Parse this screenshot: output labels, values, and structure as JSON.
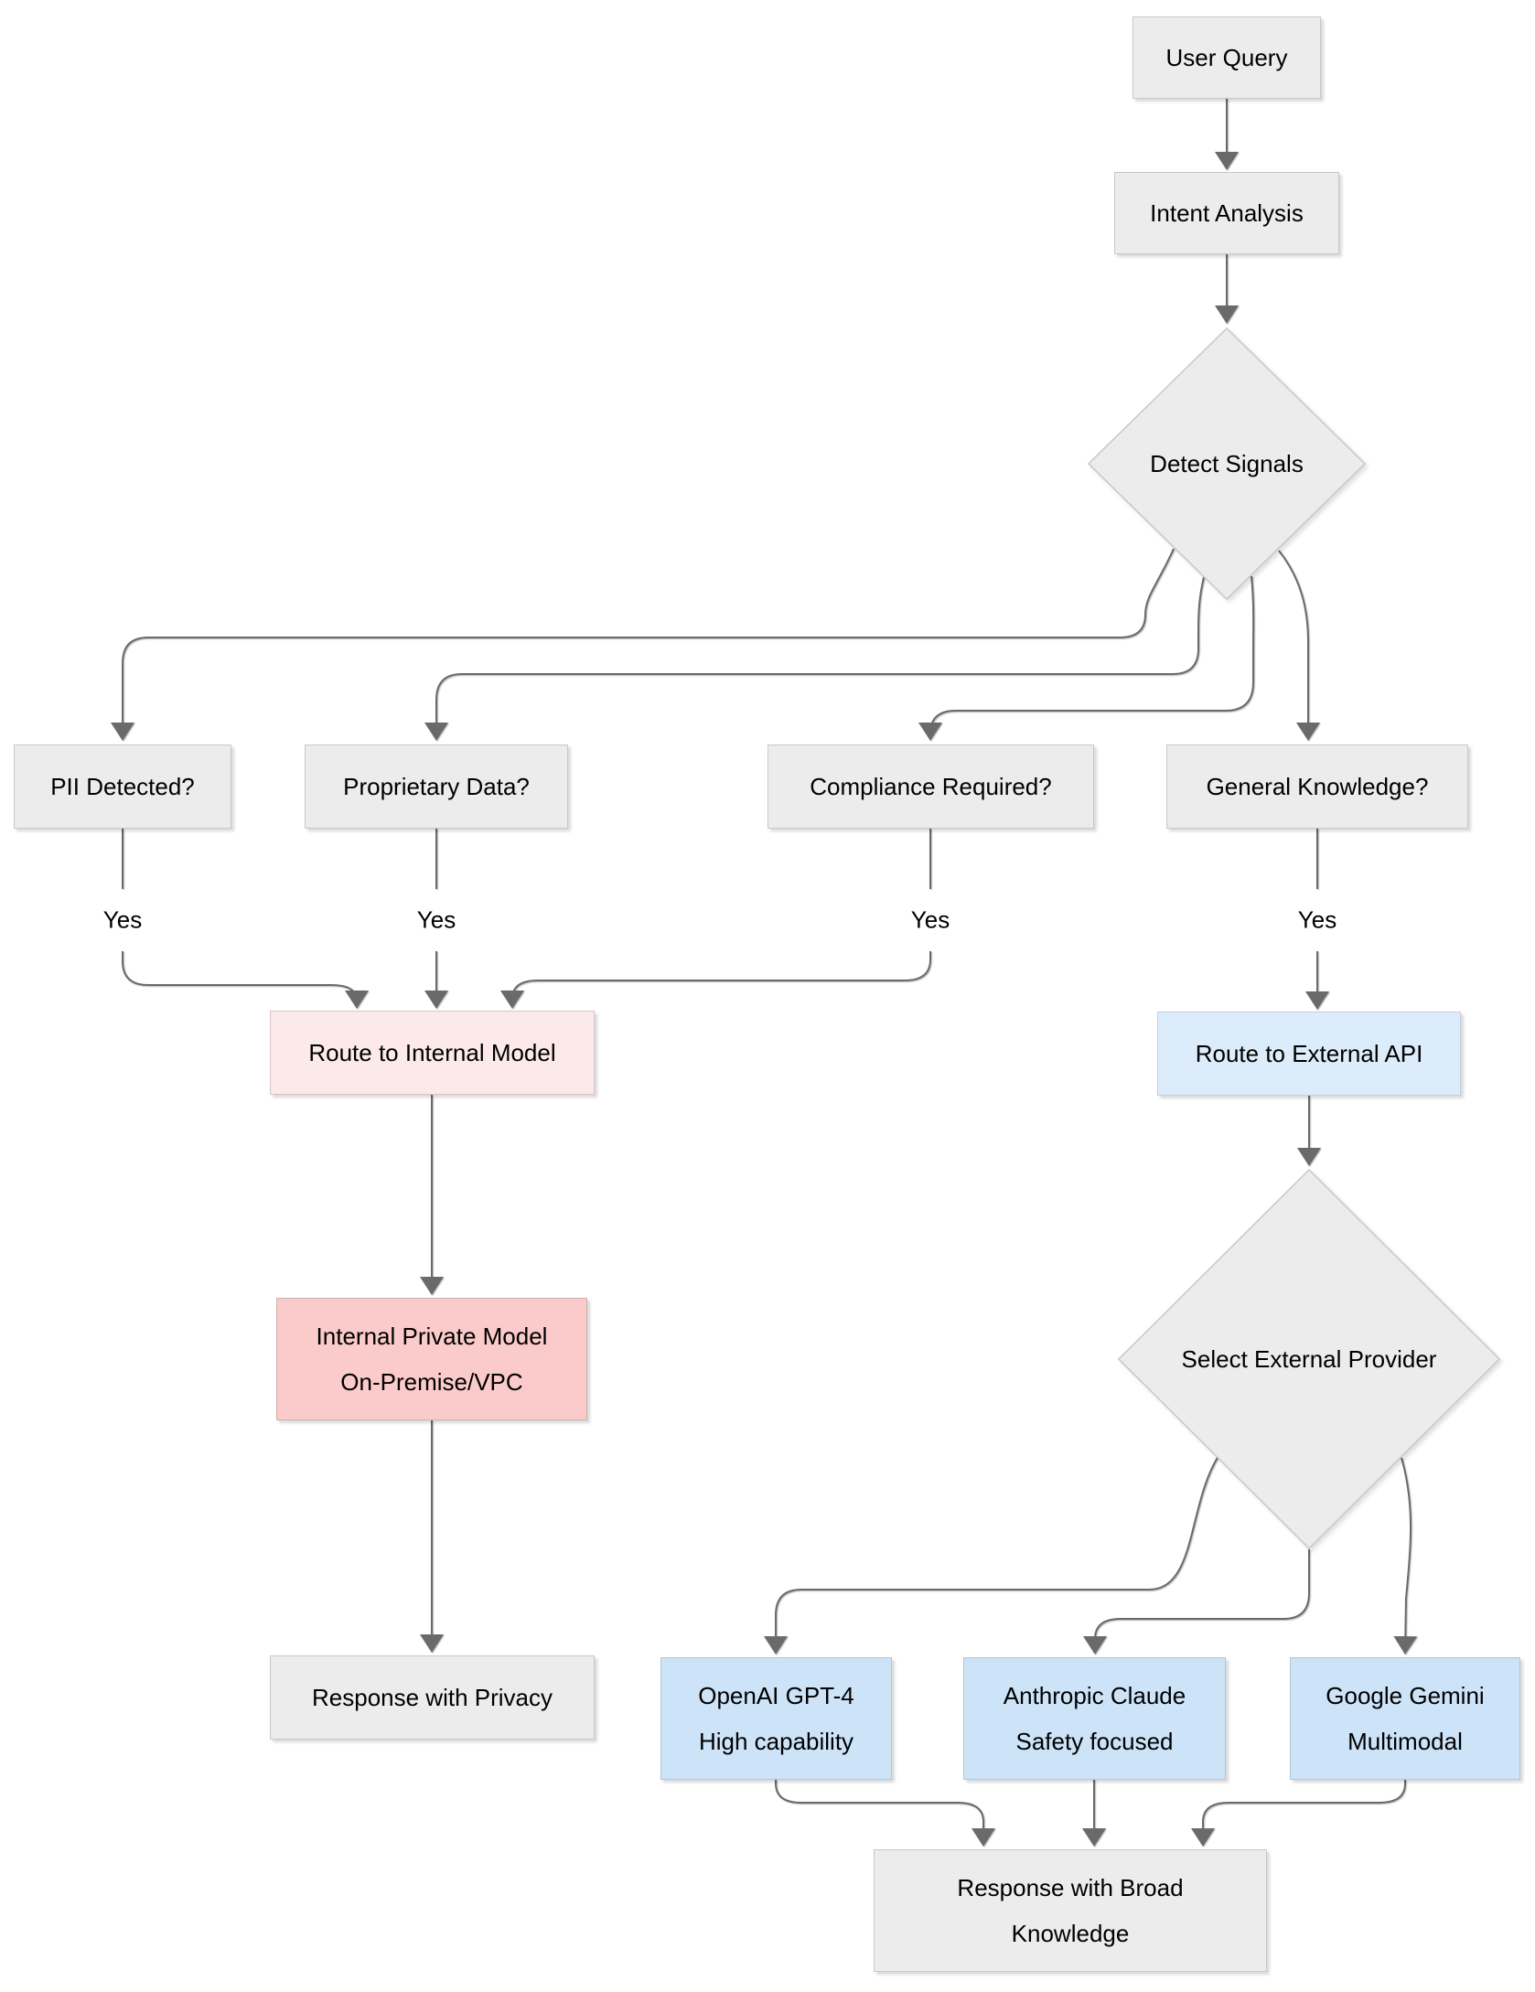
{
  "edge_color": "#6a6a6a",
  "text_color": "#000000",
  "background_color": "#ffffff",
  "palette": {
    "neutral_fill": "#ececec",
    "neutral_border": "#c8c8c8",
    "light_pink_fill": "#fce9e9",
    "light_pink_border": "#d8c6c6",
    "dark_pink_fill": "#fbcaca",
    "dark_pink_border": "#ccb1b1",
    "light_blue_fill": "#ddecfb",
    "light_blue_border": "#c3cfdc",
    "provider_blue_fill": "#cde3f8",
    "provider_blue_border": "#afc6dc"
  },
  "nodes": [
    {
      "id": "user-query",
      "shape": "rect",
      "lines": [
        "User Query"
      ],
      "fill": "#ececec",
      "border": "#c8c8c8"
    },
    {
      "id": "intent-analysis",
      "shape": "rect",
      "lines": [
        "Intent Analysis"
      ],
      "fill": "#ececec",
      "border": "#c8c8c8"
    },
    {
      "id": "detect-signals",
      "shape": "diamond",
      "lines": [
        "Detect Signals"
      ],
      "fill": "#ececec",
      "border": "#c8c8c8"
    },
    {
      "id": "pii-detected",
      "shape": "rect",
      "lines": [
        "PII Detected?"
      ],
      "fill": "#ececec",
      "border": "#c8c8c8"
    },
    {
      "id": "proprietary-data",
      "shape": "rect",
      "lines": [
        "Proprietary Data?"
      ],
      "fill": "#ececec",
      "border": "#c8c8c8"
    },
    {
      "id": "compliance-required",
      "shape": "rect",
      "lines": [
        "Compliance Required?"
      ],
      "fill": "#ececec",
      "border": "#c8c8c8"
    },
    {
      "id": "general-knowledge",
      "shape": "rect",
      "lines": [
        "General Knowledge?"
      ],
      "fill": "#ececec",
      "border": "#c8c8c8"
    },
    {
      "id": "route-internal",
      "shape": "rect",
      "lines": [
        "Route to Internal Model"
      ],
      "fill": "#fce9e9",
      "border": "#d8c6c6"
    },
    {
      "id": "route-external",
      "shape": "rect",
      "lines": [
        "Route to External API"
      ],
      "fill": "#ddecfb",
      "border": "#c3cfdc"
    },
    {
      "id": "internal-private",
      "shape": "rect",
      "lines": [
        "Internal Private Model",
        "On-Premise/VPC"
      ],
      "fill": "#fbcaca",
      "border": "#ccb1b1"
    },
    {
      "id": "select-provider",
      "shape": "diamond",
      "lines": [
        "Select External Provider"
      ],
      "fill": "#ececec",
      "border": "#c8c8c8"
    },
    {
      "id": "response-privacy",
      "shape": "rect",
      "lines": [
        "Response with Privacy"
      ],
      "fill": "#ececec",
      "border": "#c8c8c8"
    },
    {
      "id": "openai",
      "shape": "rect",
      "lines": [
        "OpenAI GPT-4",
        "High capability"
      ],
      "fill": "#cde3f8",
      "border": "#afc6dc"
    },
    {
      "id": "anthropic",
      "shape": "rect",
      "lines": [
        "Anthropic Claude",
        "Safety focused"
      ],
      "fill": "#cde3f8",
      "border": "#afc6dc"
    },
    {
      "id": "google",
      "shape": "rect",
      "lines": [
        "Google Gemini",
        "Multimodal"
      ],
      "fill": "#cde3f8",
      "border": "#afc6dc"
    },
    {
      "id": "response-broad",
      "shape": "rect",
      "lines": [
        "Response with Broad",
        "Knowledge"
      ],
      "fill": "#ececec",
      "border": "#c8c8c8"
    }
  ],
  "edges": [
    {
      "id": "e1",
      "from": "user-query",
      "to": "intent-analysis"
    },
    {
      "id": "e2",
      "from": "intent-analysis",
      "to": "detect-signals"
    },
    {
      "id": "e3",
      "from": "detect-signals",
      "to": "pii-detected"
    },
    {
      "id": "e4",
      "from": "detect-signals",
      "to": "proprietary-data"
    },
    {
      "id": "e5",
      "from": "detect-signals",
      "to": "compliance-required"
    },
    {
      "id": "e6",
      "from": "detect-signals",
      "to": "general-knowledge"
    },
    {
      "id": "e7",
      "from": "pii-detected",
      "to": "route-internal",
      "label": "Yes"
    },
    {
      "id": "e8",
      "from": "proprietary-data",
      "to": "route-internal",
      "label": "Yes"
    },
    {
      "id": "e9",
      "from": "compliance-required",
      "to": "route-internal",
      "label": "Yes"
    },
    {
      "id": "e10",
      "from": "general-knowledge",
      "to": "route-external",
      "label": "Yes"
    },
    {
      "id": "e11",
      "from": "route-internal",
      "to": "internal-private"
    },
    {
      "id": "e12",
      "from": "internal-private",
      "to": "response-privacy"
    },
    {
      "id": "e13",
      "from": "route-external",
      "to": "select-provider"
    },
    {
      "id": "e14",
      "from": "select-provider",
      "to": "openai"
    },
    {
      "id": "e15",
      "from": "select-provider",
      "to": "anthropic"
    },
    {
      "id": "e16",
      "from": "select-provider",
      "to": "google"
    },
    {
      "id": "e17",
      "from": "openai",
      "to": "response-broad"
    },
    {
      "id": "e18",
      "from": "anthropic",
      "to": "response-broad"
    },
    {
      "id": "e19",
      "from": "google",
      "to": "response-broad"
    }
  ]
}
